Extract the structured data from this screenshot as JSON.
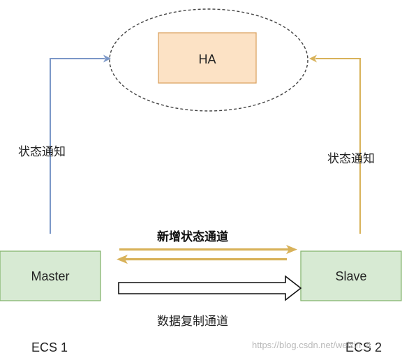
{
  "nodes": {
    "ha": {
      "label": "HA",
      "fill": "#fce2c5",
      "stroke": "#dca464"
    },
    "master": {
      "label": "Master",
      "fill": "#d7ead3",
      "stroke": "#86b570"
    },
    "slave": {
      "label": "Slave",
      "fill": "#d7ead3",
      "stroke": "#86b570"
    }
  },
  "edges": {
    "master_to_ha": {
      "label": "状态通知",
      "color": "#7b97c7"
    },
    "slave_to_ha": {
      "label": "状态通知",
      "color": "#d8b25a"
    },
    "status_channel": {
      "label": "新增状态通道",
      "color": "#d8b25a"
    },
    "replication_channel": {
      "label": "数据复制通道",
      "color": "#111111"
    }
  },
  "hosts": {
    "ecs1": "ECS 1",
    "ecs2": "ECS 2"
  },
  "watermark": "https://blog.csdn.net/weixin_4"
}
